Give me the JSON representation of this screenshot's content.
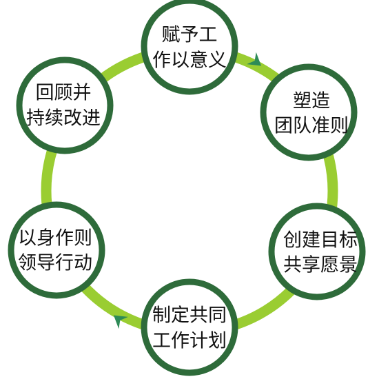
{
  "colors": {
    "ring": "#9ACD32",
    "node_stroke": "#2E6B3A",
    "node_fill": "#FFFFFF",
    "arrow": "#2E8B57",
    "text": "#111111"
  },
  "nodes": [
    {
      "id": "empower",
      "line1": "赋予工",
      "line2": "作以意义"
    },
    {
      "id": "norms",
      "line1": "塑造",
      "line2": "团队准则"
    },
    {
      "id": "vision",
      "line1": "创建目标",
      "line2": "共享愿景"
    },
    {
      "id": "plan",
      "line1": "制定共同",
      "line2": "工作计划"
    },
    {
      "id": "lead",
      "line1": "以身作则",
      "line2": "领导行动"
    },
    {
      "id": "review",
      "line1": "回顾并",
      "line2": "持续改进"
    }
  ],
  "arrows": [
    {
      "name": "cycle-arrow-right-icon",
      "direction": "clockwise"
    },
    {
      "name": "cycle-arrow-left-icon",
      "direction": "clockwise"
    }
  ]
}
